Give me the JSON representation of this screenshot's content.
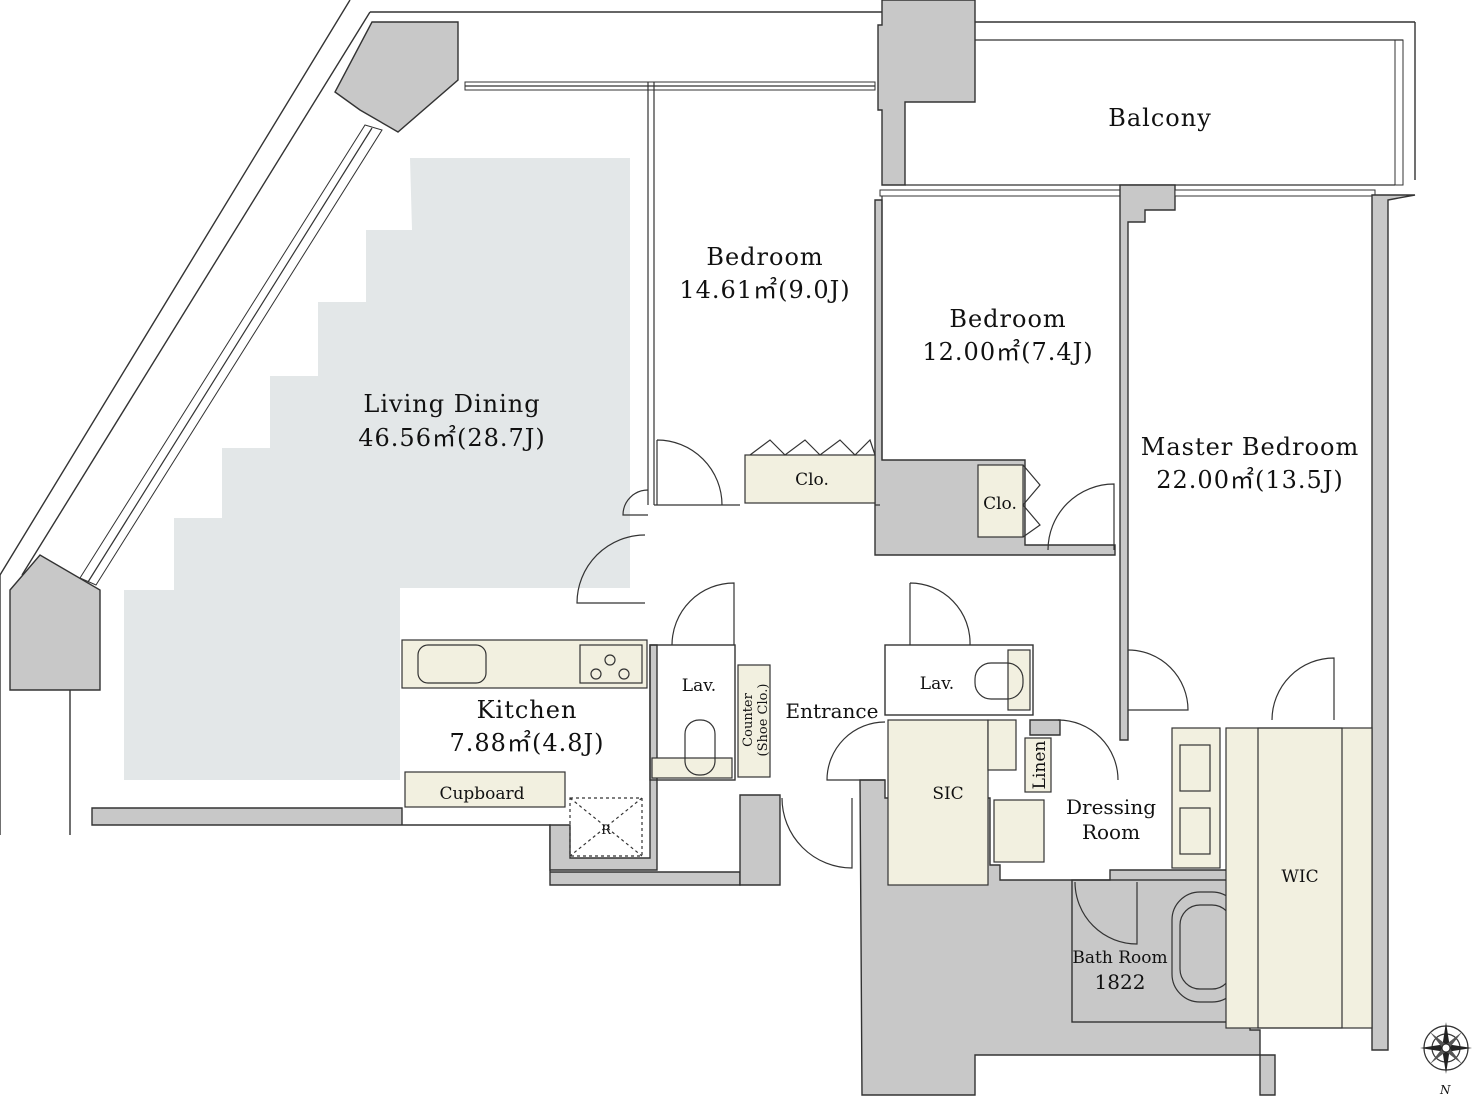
{
  "rooms": {
    "balcony": {
      "name": "Balcony"
    },
    "living": {
      "name": "Living Dining",
      "area": "46.56㎡(28.7J)"
    },
    "bedroom1": {
      "name": "Bedroom",
      "area": "14.61㎡(9.0J)"
    },
    "bedroom2": {
      "name": "Bedroom",
      "area": "12.00㎡(7.4J)"
    },
    "master": {
      "name": "Master Bedroom",
      "area": "22.00㎡(13.5J)"
    },
    "kitchen": {
      "name": "Kitchen",
      "area": "7.88㎡(4.8J)"
    },
    "entrance": {
      "name": "Entrance"
    },
    "dressing": {
      "name1": "Dressing",
      "name2": "Room"
    },
    "bath": {
      "name": "Bath Room",
      "size": "1822"
    }
  },
  "fixtures": {
    "clo1": "Clo.",
    "clo2": "Clo.",
    "lav1": "Lav.",
    "lav2": "Lav.",
    "sic": "SIC",
    "wic": "WIC",
    "linen": "Linen",
    "cupboard": "Cupboard",
    "fridge": "R",
    "counter1": "Counter",
    "counter2": "(Shoe Clo.)"
  },
  "compass": {
    "north_letter": "N"
  },
  "colors": {
    "wall": "#c8c8c8",
    "hatch": "#e3e7e8",
    "cabinet": "#f2f0e0"
  }
}
